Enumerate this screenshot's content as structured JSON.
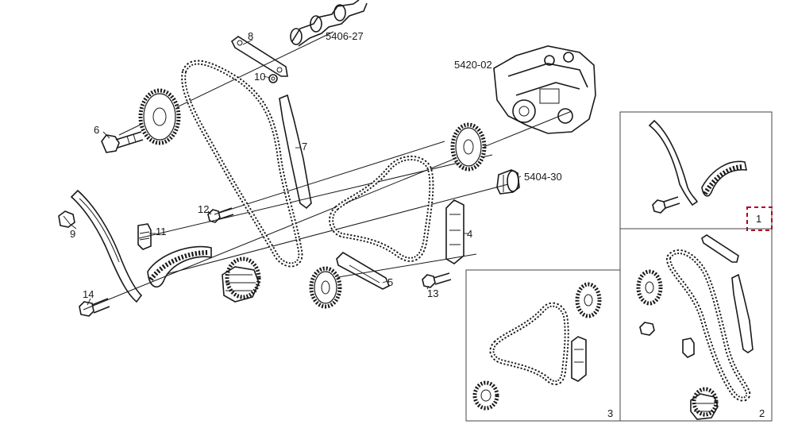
{
  "labels": {
    "p1": "1",
    "p2": "2",
    "p3": "3",
    "p4": "4",
    "p5": "5",
    "p6": "6",
    "p7": "7",
    "p8": "8",
    "p9": "9",
    "p10": "10",
    "p11": "11",
    "p12": "12",
    "p13": "13",
    "p14": "14",
    "camshaft": "5406-27",
    "pump": "5420-02",
    "sprocket": "5404-30"
  },
  "colors": {
    "line": "#1a1a1a",
    "marker": "#b00020"
  }
}
